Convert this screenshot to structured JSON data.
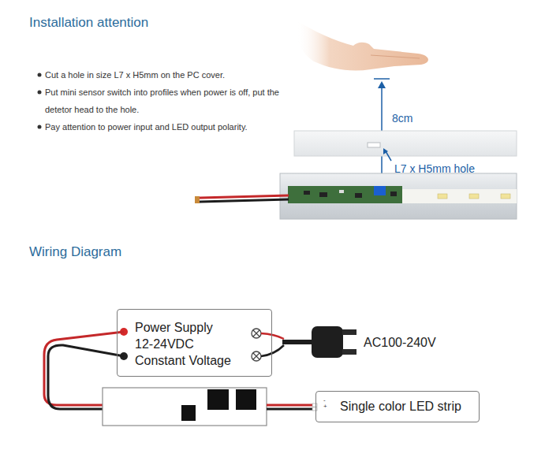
{
  "diagram": {
    "nodes": [
      {
        "text": [
          "Power Supply",
          "12-24VDC",
          "Constant Voltage"
        ]
      },
      {
        "text": [
          "Single color LED strip"
        ]
      }
    ],
    "labels": [
      "Installation attention",
      "Cut a hole in size L7 x H5mm on the PC cover.",
      "Put mini sensor switch into profiles when power is off, put the detetor head to the hole.",
      "Pay attention to power input and LED output polarity.",
      "8cm",
      "L7 x H5mm hole",
      "Wiring Diagram",
      "AC100-240V",
      "-",
      "+"
    ]
  }
}
